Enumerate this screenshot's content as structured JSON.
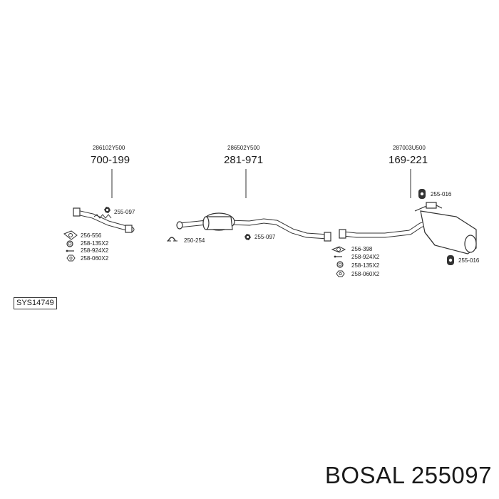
{
  "system_code": "SYS14749",
  "brand": "BOSAL 255097",
  "groups": [
    {
      "oem": "286102Y500",
      "part": "700-199",
      "labels": [
        "255-097",
        "256-556",
        "258-135X2",
        "258-924X2",
        "258-060X2"
      ]
    },
    {
      "oem": "286502Y500",
      "part": "281-971",
      "labels": [
        "250-254",
        "255-097"
      ]
    },
    {
      "oem": "287003U500",
      "part": "169-221",
      "labels": [
        "255-016",
        "256-398",
        "258-924X2",
        "258-135X2",
        "258-060X2",
        "255-016"
      ]
    }
  ]
}
